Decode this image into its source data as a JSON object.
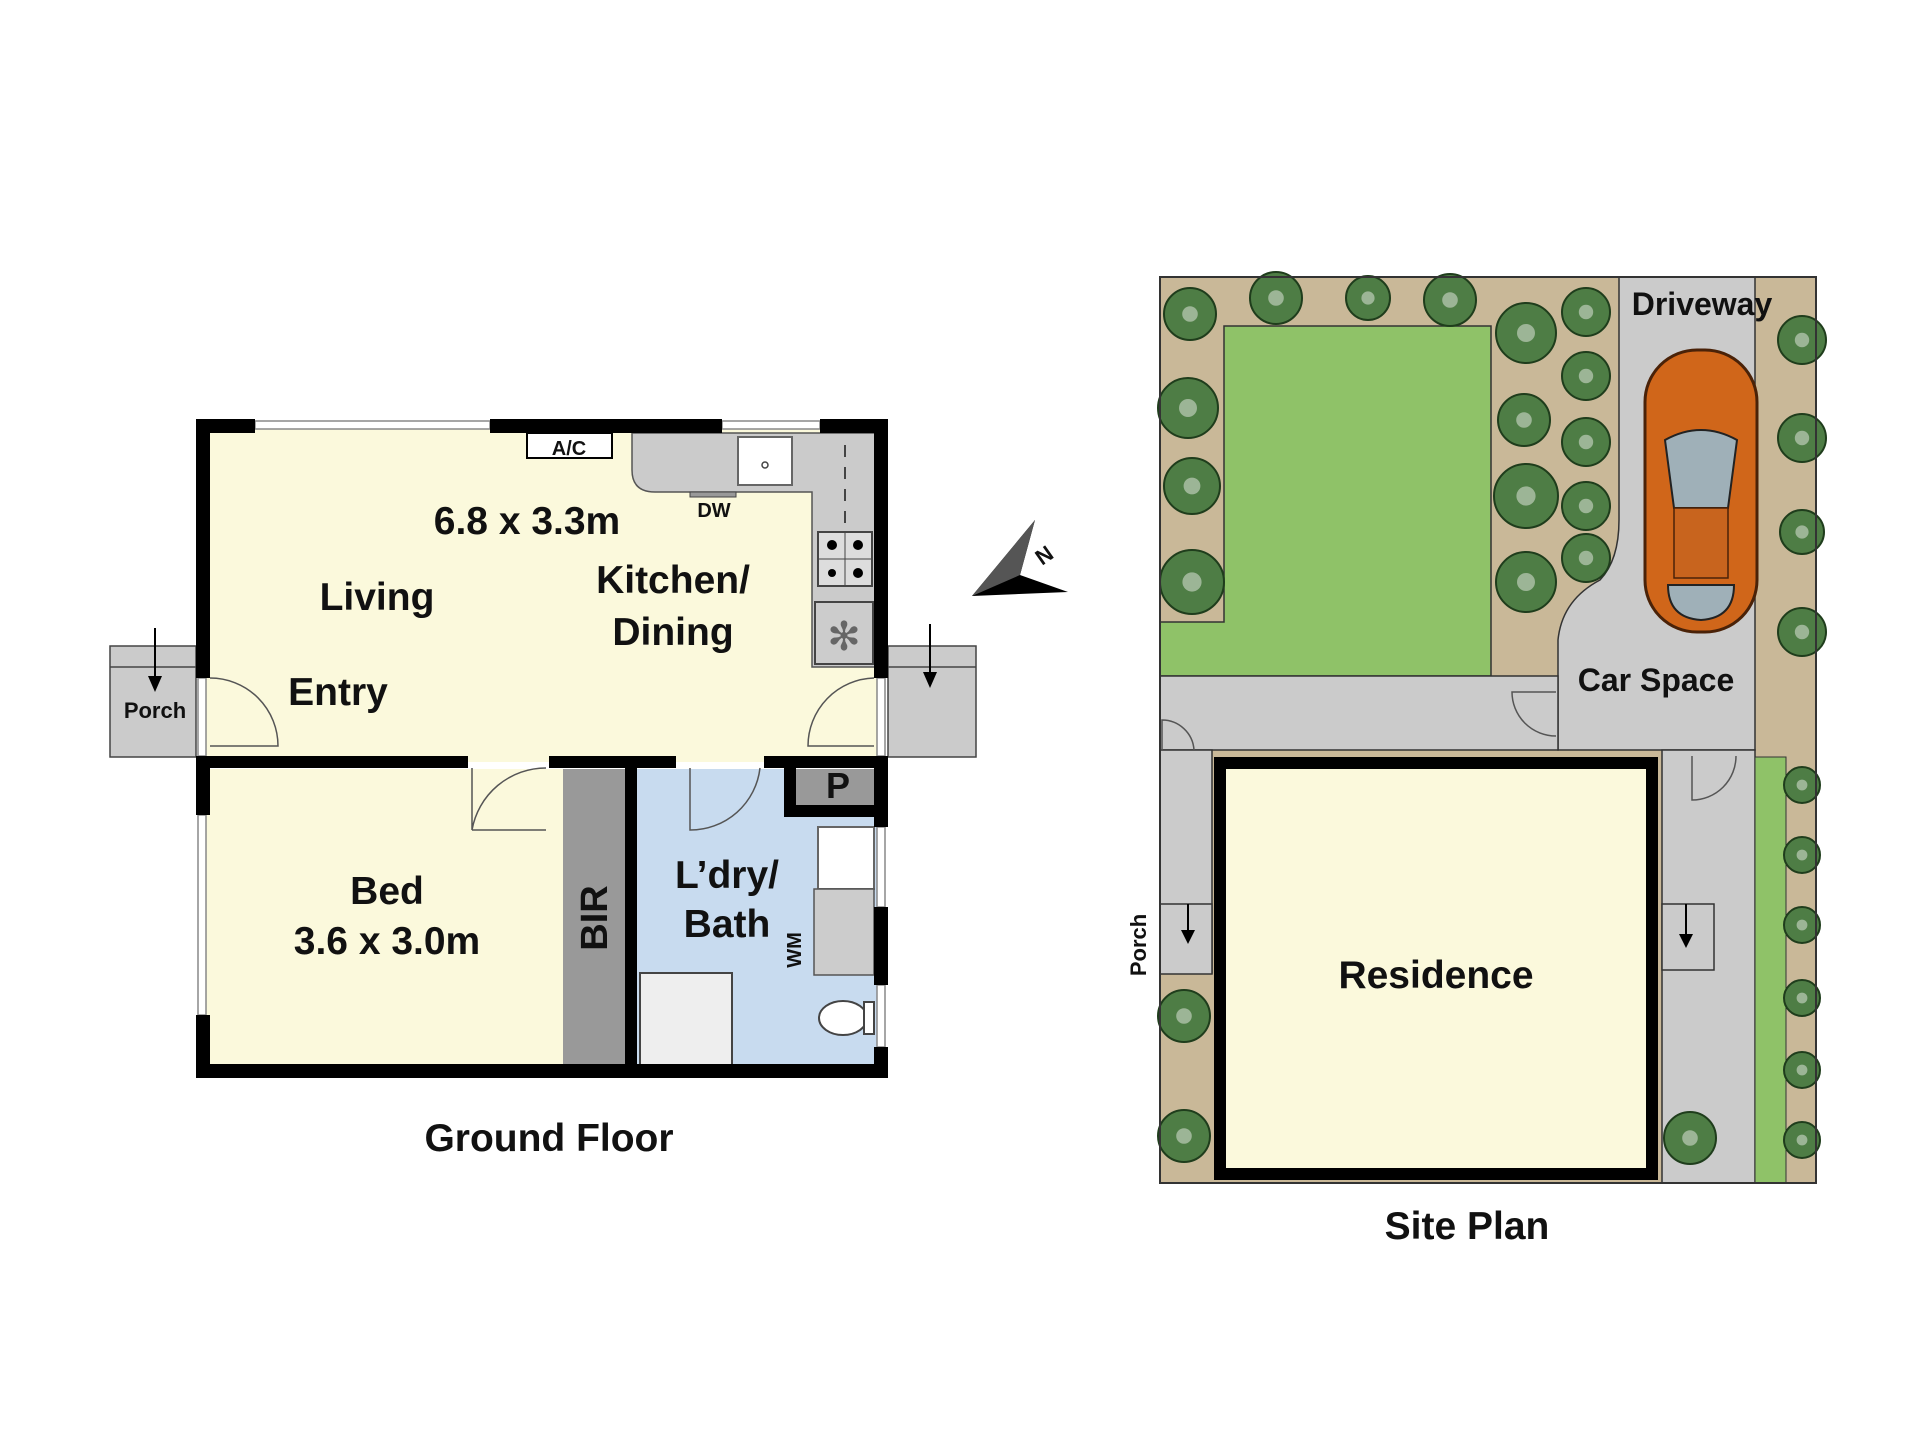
{
  "ground_floor": {
    "title": "Ground Floor",
    "rooms": {
      "living_dims": "6.8 x 3.3m",
      "living": "Living",
      "kitchen_line1": "Kitchen/",
      "kitchen_line2": "Dining",
      "entry": "Entry",
      "bed": "Bed",
      "bed_dims": "3.6 x 3.0m",
      "bir": "BIR",
      "laundry_line1": "L’dry/",
      "laundry_line2": "Bath",
      "pantry": "P",
      "porch": "Porch"
    },
    "fixtures": {
      "ac": "A/C",
      "dishwasher": "DW",
      "washing_machine": "WM"
    }
  },
  "compass": {
    "north": "N"
  },
  "site_plan": {
    "title": "Site Plan",
    "driveway": "Driveway",
    "car_space": "Car Space",
    "residence": "Residence",
    "porch": "Porch"
  },
  "colors": {
    "room": "#fbf9dc",
    "bath": "#c8dbef",
    "paving": "#cbcbcb",
    "lawn": "#8fc268",
    "garden": "#c9b898",
    "wall": "#000000",
    "car": "#d0661a"
  }
}
